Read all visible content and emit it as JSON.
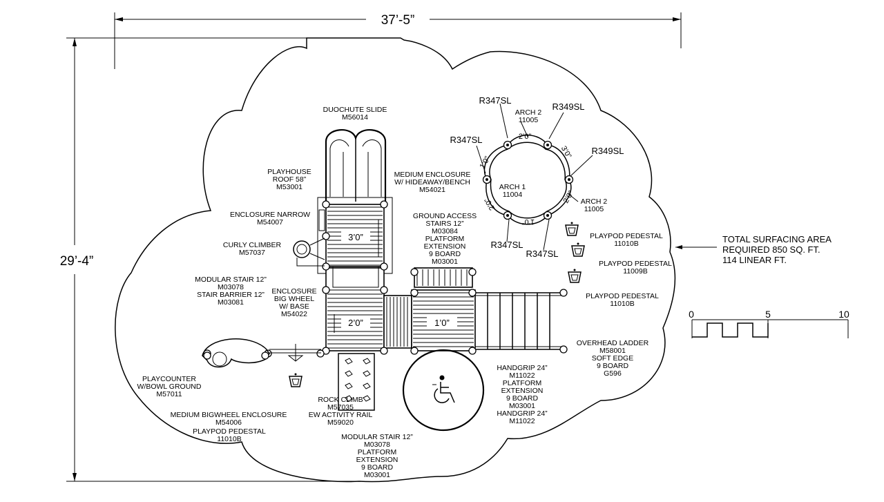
{
  "dimensions": {
    "width": "37’-5”",
    "height": "29’-4”"
  },
  "surfacing_note": [
    "TOTAL SURFACING AREA",
    "REQUIRED 850 SQ. FT.",
    "114 LINEAR FT."
  ],
  "scale_bar": {
    "ticks": [
      "0",
      "5",
      "10"
    ]
  },
  "deck_sizes": [
    "3’0”",
    "2’0”",
    "1’0”"
  ],
  "arch_dims": [
    "2’0”",
    "3’0”",
    "2’0”",
    "1’0”",
    "2’0”",
    "1’0”"
  ],
  "labels": {
    "duochute": [
      "DUOCHUTE SLIDE",
      "M56014"
    ],
    "playhouse_roof": [
      "PLAYHOUSE",
      "ROOF 58”",
      "M53001"
    ],
    "enclosure_narrow": [
      "ENCLOSURE NARROW",
      "M54007"
    ],
    "curly_climber": [
      "CURLY CLIMBER",
      "M57037"
    ],
    "modular_stair_left": [
      "MODULAR STAIR 12”",
      "M03078",
      "STAIR BARRIER 12”",
      "M03081"
    ],
    "enclosure_big_wheel": [
      "ENCLOSURE",
      "BIG WHEEL",
      "W/ BASE",
      "M54022"
    ],
    "medium_enclosure": [
      "MEDIUM ENCLOSURE",
      "W/ HIDEAWAY/BENCH",
      "M54021"
    ],
    "ground_access": [
      "GROUND ACCESS",
      "STAIRS 12”",
      "M03084",
      "PLATFORM",
      "EXTENSION",
      "9 BOARD",
      "M03001"
    ],
    "playcounter": [
      "PLAYCOUNTER",
      "W/BOWL GROUND",
      "M57011"
    ],
    "bigwheel_enclosure": [
      "MEDIUM BIGWHEEL ENCLOSURE",
      "M54006"
    ],
    "playpod_bl": [
      "PLAYPOD PEDESTAL",
      "11010B"
    ],
    "rock_climb": [
      "ROCK CLIMB",
      "M57035",
      "EW ACTIVITY RAIL",
      "M59020"
    ],
    "modular_stair_bottom": [
      "MODULAR STAIR 12”",
      "M03078",
      "PLATFORM",
      "EXTENSION",
      "9 BOARD",
      "M03001"
    ],
    "handgrip": [
      "HANDGRIP 24”",
      "M11022",
      "PLATFORM",
      "EXTENSION",
      "9 BOARD",
      "M03001",
      "HANDGRIP 24”",
      "M11022"
    ],
    "overhead_ladder": [
      "OVERHEAD LADDER",
      "M58001",
      "SOFT EDGE",
      "9 BOARD",
      "G596"
    ],
    "playpod_1": [
      "PLAYPOD PEDESTAL",
      "11010B"
    ],
    "playpod_2": [
      "PLAYPOD PEDESTAL",
      "11009B"
    ],
    "playpod_3": [
      "PLAYPOD PEDESTAL",
      "11010B"
    ],
    "arch2_top": [
      "ARCH 2",
      "11005"
    ],
    "arch1": [
      "ARCH 1",
      "11004"
    ],
    "arch2_right": [
      "ARCH 2",
      "11005"
    ],
    "r347_top": "R347SL",
    "r349_top": "R349SL",
    "r347_left": "R347SL",
    "r349_right": "R349SL",
    "r347_bottom_left": "R347SL",
    "r347_bottom_right": "R347SL"
  },
  "icons": {
    "accessibility": "wheelchair-icon"
  }
}
